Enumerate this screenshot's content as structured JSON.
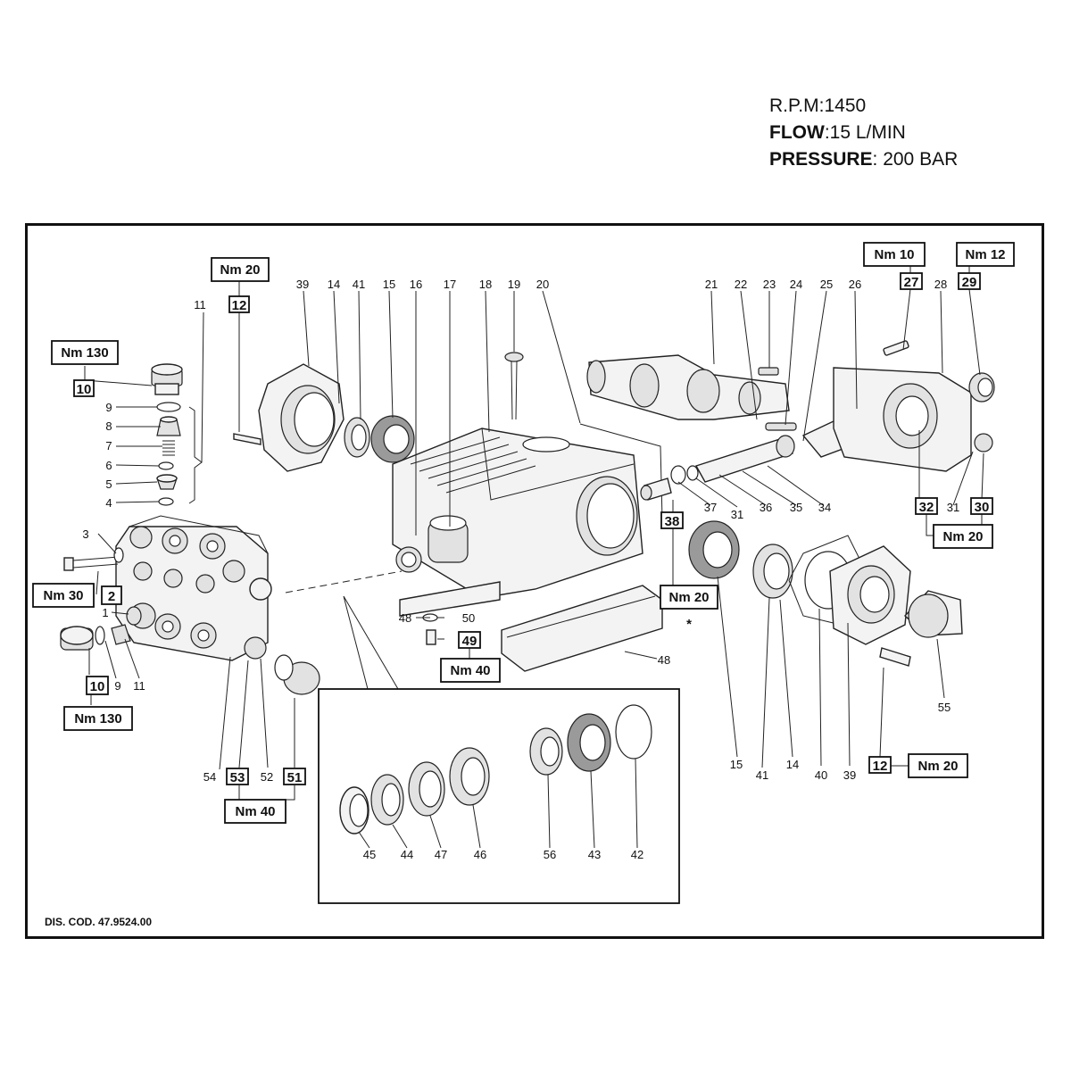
{
  "specs": {
    "rpm_label": "R.P.M:",
    "rpm_value": "1450",
    "flow_label": "FLOW",
    "flow_value": ":15  L/MIN",
    "pressure_label": "PRESSURE",
    "pressure_value": ":  200 BAR"
  },
  "drawing_code": "DIS. COD. 47.9524.00",
  "asterisk": "*",
  "torque_labels": {
    "t1": "Nm 130",
    "t2": "Nm 20",
    "t3": "Nm 30",
    "t4": "Nm 130",
    "t5": "Nm 40",
    "t6": "Nm 40",
    "t7": "Nm 20",
    "t8": "Nm 10",
    "t9": "Nm 12",
    "t10": "Nm 20",
    "t11": "Nm 20"
  },
  "boxed_parts": {
    "b10a": "10",
    "b12a": "12",
    "b2": "2",
    "b10b": "10",
    "b53": "53",
    "b51": "51",
    "b49": "49",
    "b38": "38",
    "b27": "27",
    "b29": "29",
    "b32": "32",
    "b30": "30",
    "b12b": "12"
  },
  "part_numbers": {
    "p11a": "11",
    "p9a": "9",
    "p8": "8",
    "p7": "7",
    "p6": "6",
    "p5": "5",
    "p4": "4",
    "p3": "3",
    "p1": "1",
    "p9b": "9",
    "p11b": "11",
    "p54": "54",
    "p52": "52",
    "p39a": "39",
    "p14a": "14",
    "p41a": "41",
    "p15a": "15",
    "p16": "16",
    "p17": "17",
    "p18": "18",
    "p19": "19",
    "p20": "20",
    "p48a": "48",
    "p50": "50",
    "p48b": "48",
    "p21": "21",
    "p22": "22",
    "p23": "23",
    "p24": "24",
    "p25": "25",
    "p26": "26",
    "p28": "28",
    "p37": "37",
    "p31a": "31",
    "p36": "36",
    "p35": "35",
    "p34": "34",
    "p31b": "31",
    "p15b": "15",
    "p41b": "41",
    "p14b": "14",
    "p40": "40",
    "p39b": "39",
    "p55": "55",
    "p45": "45",
    "p44": "44",
    "p47": "47",
    "p46": "46",
    "p56": "56",
    "p43": "43",
    "p42": "42"
  }
}
